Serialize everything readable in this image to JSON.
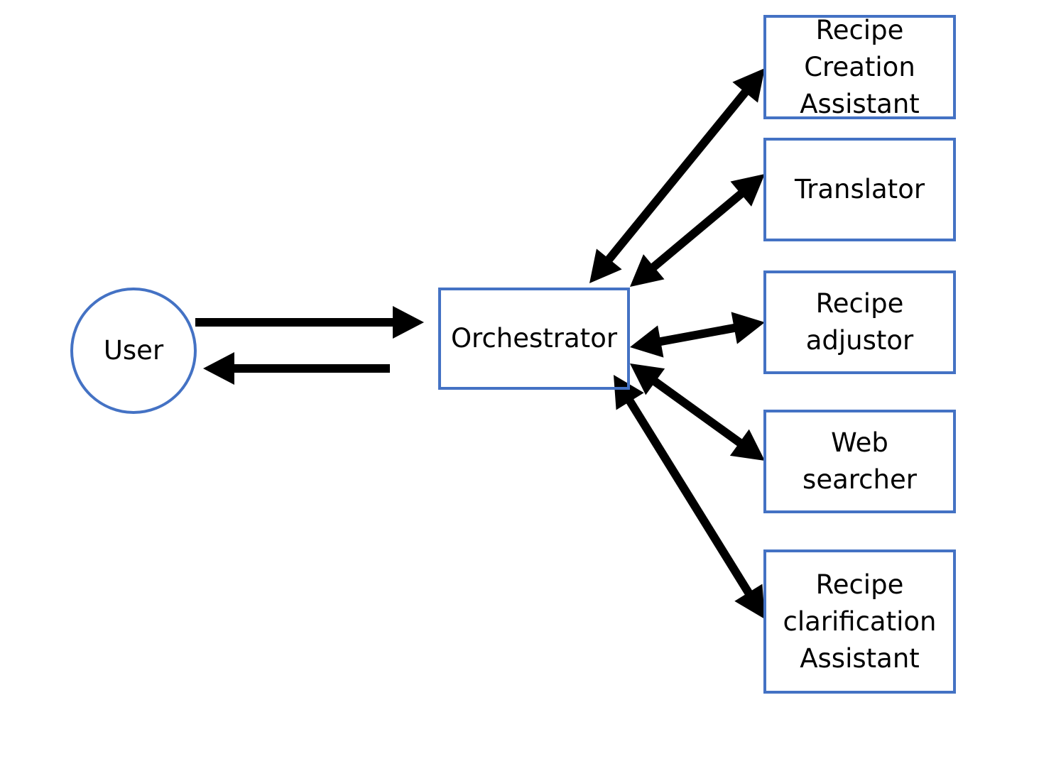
{
  "colors": {
    "node_border": "#4472C4",
    "arrow": "#000000",
    "background": "#ffffff"
  },
  "user": {
    "label": "User"
  },
  "orchestrator": {
    "label": "Orchestrator"
  },
  "agents": [
    {
      "lines": [
        "Recipe",
        "Creation",
        "Assistant"
      ]
    },
    {
      "lines": [
        "Translator"
      ]
    },
    {
      "lines": [
        "Recipe",
        "adjustor"
      ]
    },
    {
      "lines": [
        "Web",
        "searcher"
      ]
    },
    {
      "lines": [
        "Recipe",
        "clarification",
        "Assistant"
      ]
    }
  ],
  "connections": [
    {
      "from": "user",
      "to": "orchestrator",
      "direction": "one-way"
    },
    {
      "from": "orchestrator",
      "to": "user",
      "direction": "one-way"
    },
    {
      "from": "orchestrator",
      "to": "agent-0",
      "direction": "two-way"
    },
    {
      "from": "orchestrator",
      "to": "agent-1",
      "direction": "two-way"
    },
    {
      "from": "orchestrator",
      "to": "agent-2",
      "direction": "two-way"
    },
    {
      "from": "orchestrator",
      "to": "agent-3",
      "direction": "two-way"
    },
    {
      "from": "orchestrator",
      "to": "agent-4",
      "direction": "two-way"
    }
  ]
}
